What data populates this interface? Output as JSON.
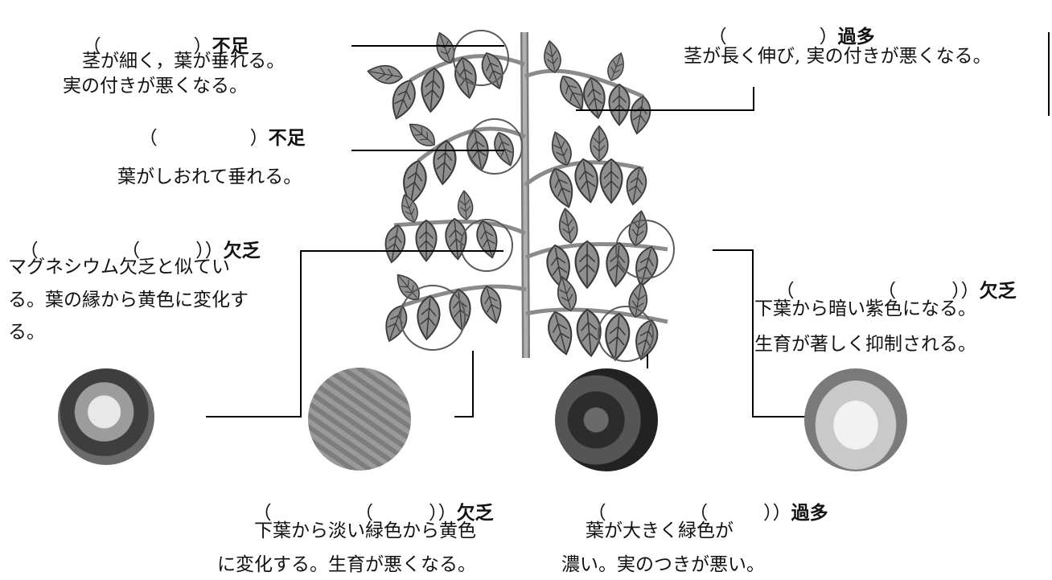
{
  "labels": {
    "a": {
      "paren": "（　　　　　）",
      "tag": "不足",
      "desc1": "茎が細く，葉が垂れる。",
      "desc2": "実の付きが悪くなる。"
    },
    "b": {
      "paren": "（　　　　　）",
      "tag": "不足",
      "desc1": "葉がしおれて垂れる。"
    },
    "c": {
      "paren": "（　　　　　（　　　））",
      "tag": "欠乏",
      "desc1": "マグネシウム欠乏と似てい",
      "desc2": "る。葉の縁から黄色に変化す",
      "desc3": "る。"
    },
    "d": {
      "paren": "（　　　　　）",
      "tag": "過多",
      "desc1": "茎が長く伸び, 実の付きが悪くなる。"
    },
    "e": {
      "paren": "（　　　　　（　　　））",
      "tag": "欠乏",
      "desc1": "下葉から暗い紫色になる。",
      "desc2": "生育が著しく抑制される。"
    },
    "f": {
      "paren": "（　　　　　（　　　））",
      "tag": "欠乏",
      "desc1": "下葉から淡い緑色から黄色",
      "desc2": "に変化する。生育が悪くなる。"
    },
    "g": {
      "paren": "（　　　　　（　　　））",
      "tag": "過多",
      "desc1": "葉が大きく緑色が",
      "desc2": "濃い。実のつきが悪い。"
    }
  },
  "colors": {
    "leaf_fill": "#8f8f8f",
    "leaf_stroke": "#3a3a3a",
    "stem": "#9a9a9a",
    "photo_dark": "#4a4a4a",
    "photo_light": "#d8d8d8"
  },
  "icons": {
    "plant": "tomato-plant-illustration",
    "photos": [
      "leaf-photo-1",
      "leaf-photo-2",
      "leaf-photo-3",
      "leaf-photo-4"
    ]
  }
}
